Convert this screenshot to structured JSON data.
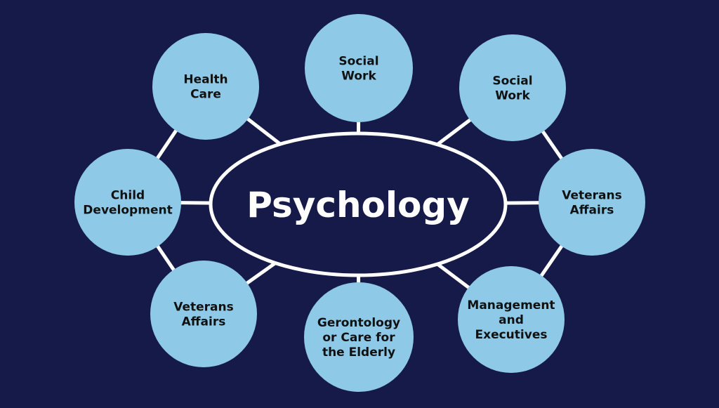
{
  "diagram": {
    "center": "Psychology",
    "colors": {
      "background": "#161a48",
      "node": "#8ecae8",
      "line": "#ffffff",
      "text": "#111111"
    },
    "nodes": [
      {
        "id": "health-care",
        "lines": [
          "Health",
          "Care"
        ]
      },
      {
        "id": "social-work-top",
        "lines": [
          "Social",
          "Work"
        ]
      },
      {
        "id": "social-work-right",
        "lines": [
          "Social",
          "Work"
        ]
      },
      {
        "id": "child-development",
        "lines": [
          "Child",
          "Development"
        ]
      },
      {
        "id": "veterans-affairs-right",
        "lines": [
          "Veterans",
          "Affairs"
        ]
      },
      {
        "id": "veterans-affairs-left",
        "lines": [
          "Veterans",
          "Affairs"
        ]
      },
      {
        "id": "gerontology",
        "lines": [
          "Gerontology",
          "or Care for",
          "the Elderly"
        ]
      },
      {
        "id": "management",
        "lines": [
          "Management",
          "and",
          "Executives"
        ]
      }
    ]
  }
}
